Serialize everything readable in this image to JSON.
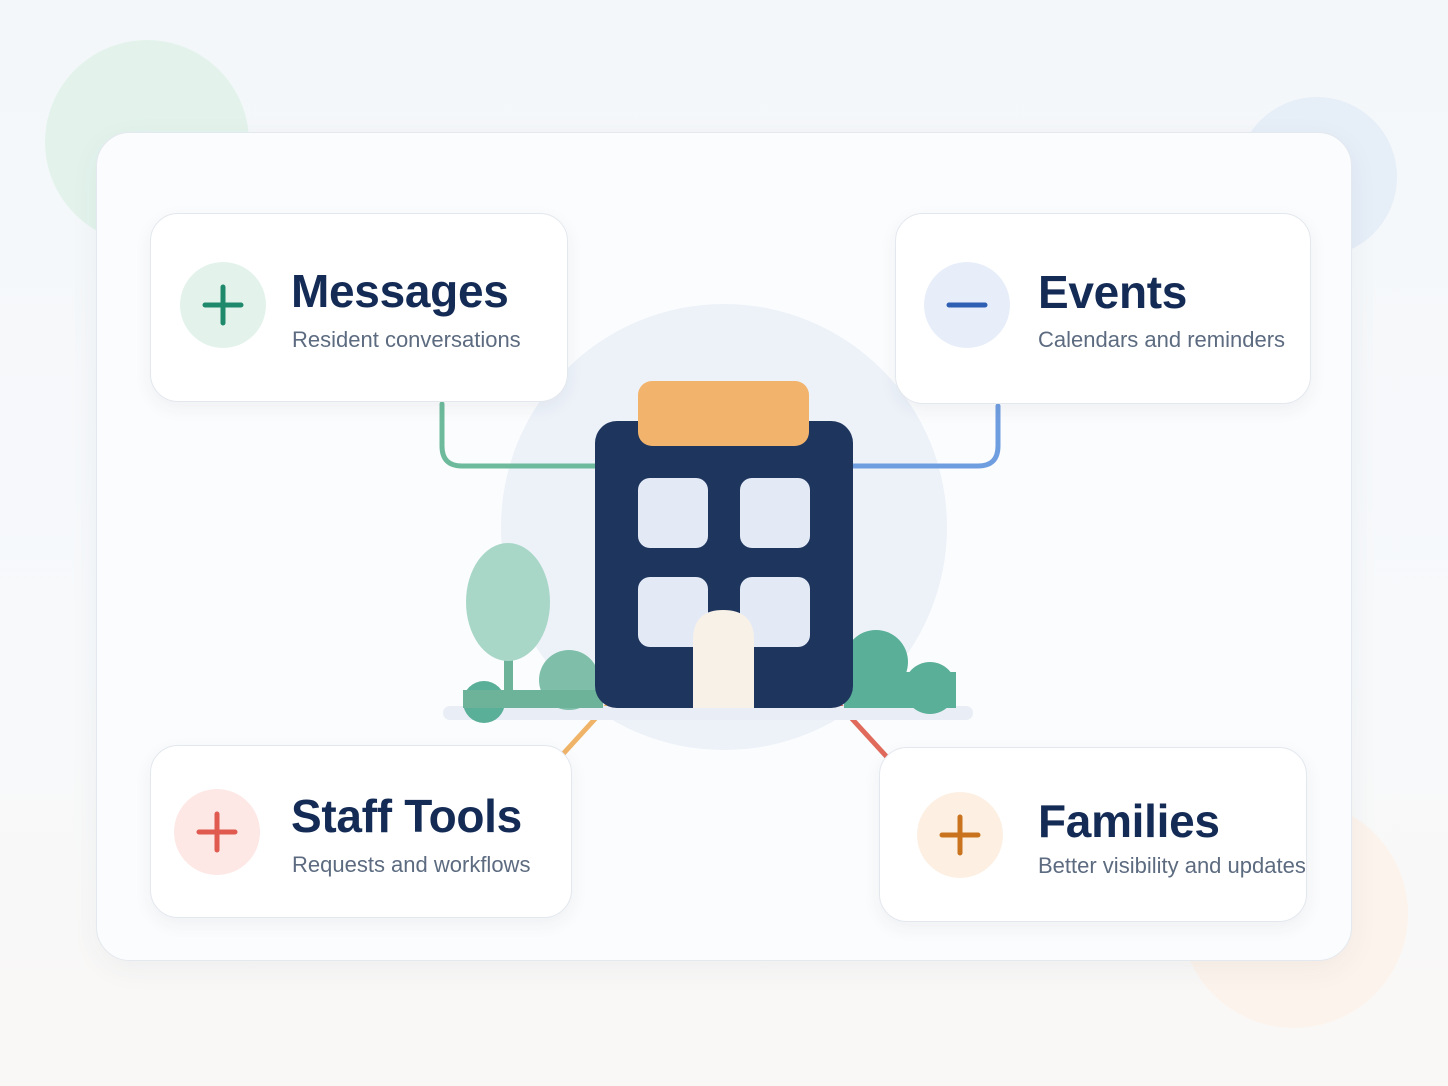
{
  "cards": {
    "messages": {
      "title": "Messages",
      "subtitle": "Resident conversations",
      "icon": "plus-icon",
      "accent": "#1f8a6b",
      "icon_bg": "#e3f3ec"
    },
    "events": {
      "title": "Events",
      "subtitle": "Calendars and reminders",
      "icon": "minus-icon",
      "accent": "#2f5fb3",
      "icon_bg": "#e7eefa"
    },
    "staff_tools": {
      "title": "Staff Tools",
      "subtitle": "Requests and workflows",
      "icon": "plus-icon",
      "accent": "#e05a4f",
      "icon_bg": "#fde8e5"
    },
    "families": {
      "title": "Families",
      "subtitle": "Better visibility and updates",
      "icon": "plus-icon",
      "accent": "#c9731f",
      "icon_bg": "#fdf0e3"
    }
  },
  "illustration": {
    "center": "building-icon",
    "decorations": [
      "tree-icon",
      "bush-icon"
    ],
    "colors": {
      "building": "#1e355e",
      "roof": "#f2b36d",
      "windows": "#e3eaf6",
      "door": "#f8f1e7",
      "greenery": "#5aaf98",
      "tree": "#a8d7c8",
      "connector_messages": "#6dbb9c",
      "connector_events": "#6f9ee0",
      "connector_staff": "#f0b468",
      "connector_families": "#e06a5c"
    }
  }
}
